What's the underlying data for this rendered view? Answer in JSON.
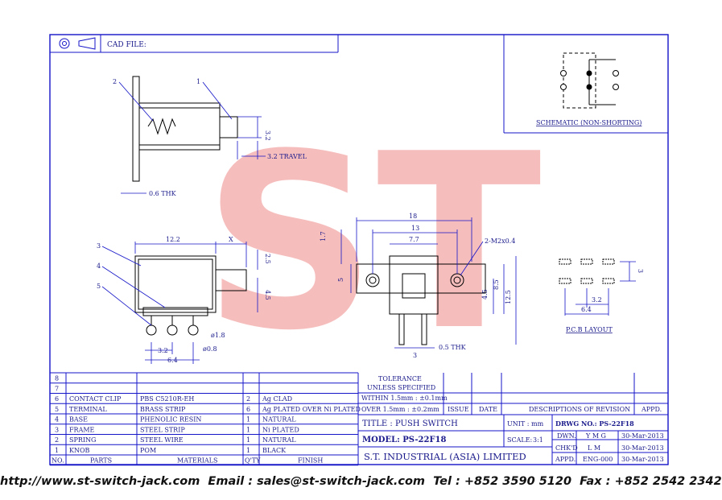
{
  "header": {
    "cad_file_label": "CAD FILE:"
  },
  "schematic": {
    "label": "SCHEMATIC (NON-SHORTING)"
  },
  "pcb": {
    "label": "P.C.B LAYOUT",
    "dim_pitch": "3.2",
    "dim_width": "6.4",
    "dim_row": "3"
  },
  "side_view": {
    "callout_1": "1",
    "callout_2": "2",
    "dim_plunger": "3.2",
    "travel": "3.2 TRAVEL",
    "thickness": "0.6 THK"
  },
  "front_view": {
    "callout_3": "3",
    "callout_4": "4",
    "callout_5": "5",
    "dim_width": "12.2",
    "dim_x": "X",
    "dim_25": "2.5",
    "dim_45": "4.5",
    "dim_hole": "ø1.8",
    "dim_pin": "ø0.8",
    "dim_pitch": "3.2",
    "dim_span": "6.4"
  },
  "top_view": {
    "dim_18": "18",
    "dim_13": "13",
    "dim_77": "7.7",
    "screw": "2-M2x0.4",
    "dim_17": "1.7",
    "dim_5": "5",
    "dim_45": "4.5",
    "dim_85": "8.5",
    "dim_125": "12.5",
    "dim_3": "3",
    "thk": "0.5 THK"
  },
  "watermark": {
    "text": "ST",
    "color": "#f4a7a7"
  },
  "bom": {
    "rows": [
      {
        "no": "8",
        "part": "",
        "material": "",
        "qty": "",
        "finish": ""
      },
      {
        "no": "7",
        "part": "",
        "material": "",
        "qty": "",
        "finish": ""
      },
      {
        "no": "6",
        "part": "CONTACT CLIP",
        "material": "PBS C5210R-EH",
        "qty": "2",
        "finish": "Ag CLAD"
      },
      {
        "no": "5",
        "part": "TERMINAL",
        "material": "BRASS STRIP",
        "qty": "6",
        "finish": "Ag PLATED OVER Ni PLATED"
      },
      {
        "no": "4",
        "part": "BASE",
        "material": "PHENOLIC RESIN",
        "qty": "1",
        "finish": "NATURAL"
      },
      {
        "no": "3",
        "part": "FRAME",
        "material": "STEEL STRIP",
        "qty": "1",
        "finish": "Ni PLATED"
      },
      {
        "no": "2",
        "part": "SPRING",
        "material": "STEEL WIRE",
        "qty": "1",
        "finish": "NATURAL"
      },
      {
        "no": "1",
        "part": "KNOB",
        "material": "POM",
        "qty": "1",
        "finish": "BLACK"
      }
    ],
    "headers": {
      "no": "NO.",
      "part": "PARTS",
      "material": "MATERIALS",
      "qty": "Q'TY",
      "finish": "FINISH"
    }
  },
  "title_block": {
    "tolerance_1": "TOLERANCE",
    "tolerance_2": "UNLESS  SPECIFIED",
    "within": "WITHIN  1.5mm : ±0.1mm",
    "over": "OVER   1.5mm : ±0.2mm",
    "issue": "ISSUE",
    "date": "DATE",
    "descriptions": "DESCRIPTIONS  OF  REVISION",
    "appd": "APPD.",
    "title": "TITLE : PUSH SWITCH",
    "unit_label": "UNIT :",
    "unit": "mm",
    "drwg_no": "DRWG NO.: PS-22F18",
    "model": "MODEL: PS-22F18",
    "scale_label": "SCALE:",
    "scale": "3:1",
    "dwn_label": "DWN.",
    "dwn": "Y M G",
    "dwn_date": "30-Mar-2013",
    "chkd_label": "CHK'D",
    "chkd": "L M",
    "chkd_date": "30-Mar-2013",
    "appd_label": "APPD.",
    "appd_by": "ENG-000",
    "appd_date": "30-Mar-2013",
    "company": "S.T.  INDUSTRIAL  (ASIA)  LIMITED"
  },
  "footer": {
    "text": "http://www.st-switch-jack.com  Email : sales@st-switch-jack.com  Tel : +852 3590 5120  Fax : +852 2542 2342"
  }
}
